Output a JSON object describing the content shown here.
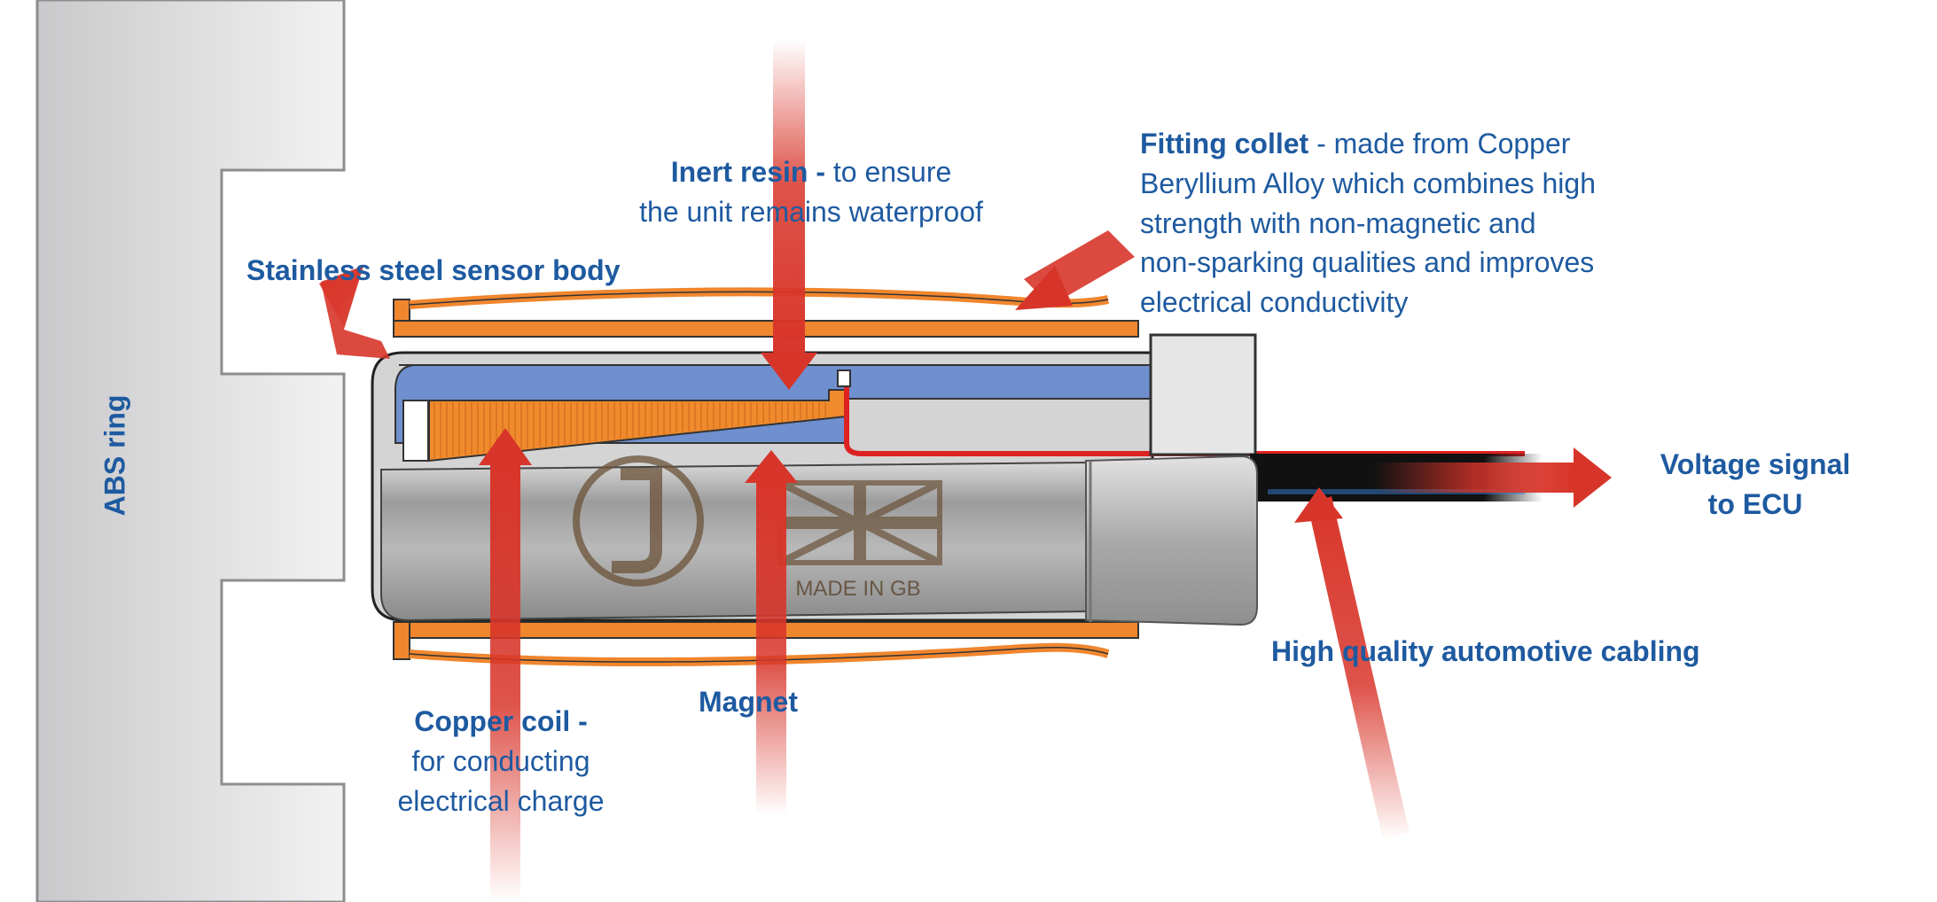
{
  "labels": {
    "abs_ring": "ABS ring",
    "sensor_body": "Stainless steel sensor body",
    "resin_title": "Inert resin -",
    "resin_line1_rest": " to ensure",
    "resin_line2": "the unit remains waterproof",
    "collet_title": "Fitting collet",
    "collet_line1_rest": " - made from Copper",
    "collet_line2": "Beryllium Alloy which combines high",
    "collet_line3": "strength with non-magnetic and",
    "collet_line4": "non-sparking qualities and improves",
    "collet_line5": "electrical conductivity",
    "voltage_line1": "Voltage signal",
    "voltage_line2": "to ECU",
    "cabling": "High quality automotive cabling",
    "coil_title": "Copper coil -",
    "coil_line2": "for conducting",
    "coil_line3": "electrical charge",
    "magnet": "Magnet"
  },
  "sensor_marking": "MADE IN GB",
  "colors": {
    "label_blue": "#1e5aa0",
    "arrow_red": "#d8352a",
    "collet_orange": "#f0862e",
    "resin_blue": "#6f8fcf",
    "coil_orange": "#f08a2c",
    "abs_grey": "#d6d6d8"
  }
}
